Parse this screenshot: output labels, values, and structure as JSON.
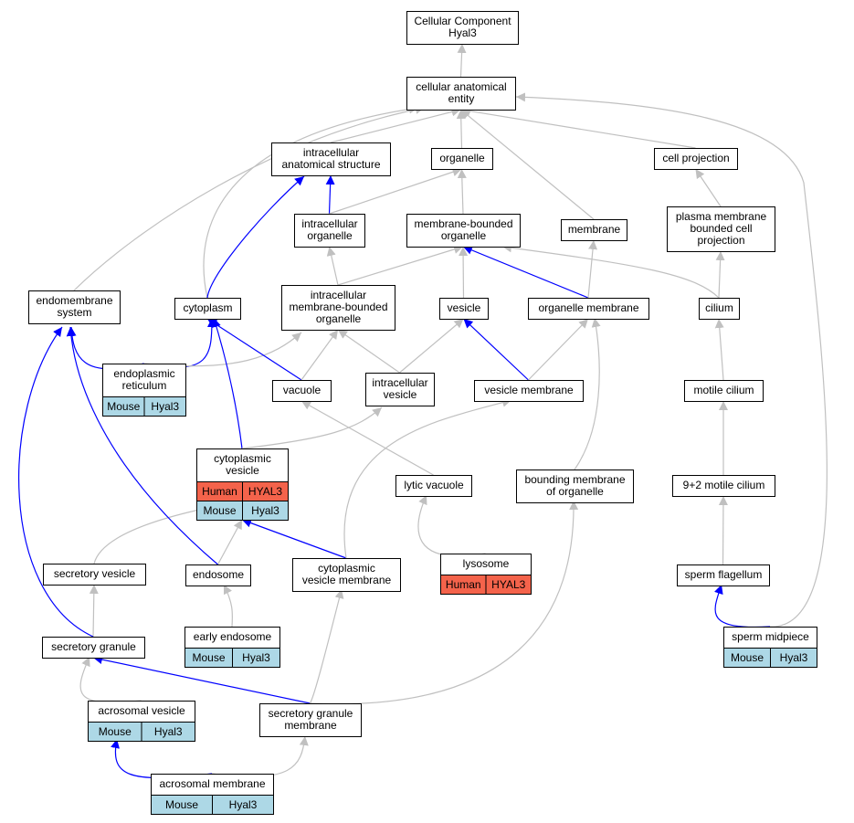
{
  "colors": {
    "edge_is_a": "#c0c0c0",
    "edge_part_of": "#0000ff",
    "mouse_cell": "#add8e6",
    "human_cell": "#f4634b",
    "node_fill": "#ffffff"
  },
  "nodes": [
    {
      "id": "root",
      "lines": [
        "Cellular Component",
        "Hyal3"
      ]
    },
    {
      "id": "cae",
      "lines": [
        "cellular anatomical",
        "entity"
      ]
    },
    {
      "id": "ias",
      "lines": [
        "intracellular",
        "anatomical structure"
      ]
    },
    {
      "id": "organelle",
      "lines": [
        "organelle"
      ]
    },
    {
      "id": "cellproj",
      "lines": [
        "cell projection"
      ]
    },
    {
      "id": "intorg",
      "lines": [
        "intracellular",
        "organelle"
      ]
    },
    {
      "id": "mbo",
      "lines": [
        "membrane-bounded",
        "organelle"
      ]
    },
    {
      "id": "membrane",
      "lines": [
        "membrane"
      ]
    },
    {
      "id": "pmbcp",
      "lines": [
        "plasma membrane",
        "bounded cell",
        "projection"
      ]
    },
    {
      "id": "endosys",
      "lines": [
        "endomembrane",
        "system"
      ]
    },
    {
      "id": "cytoplasm",
      "lines": [
        "cytoplasm"
      ]
    },
    {
      "id": "imbo",
      "lines": [
        "intracellular",
        "membrane-bounded",
        "organelle"
      ]
    },
    {
      "id": "vesicle",
      "lines": [
        "vesicle"
      ]
    },
    {
      "id": "orgmem",
      "lines": [
        "organelle membrane"
      ]
    },
    {
      "id": "cilium",
      "lines": [
        "cilium"
      ]
    },
    {
      "id": "er",
      "lines": [
        "endoplasmic",
        "reticulum"
      ],
      "species": [
        [
          "Mouse",
          "Hyal3"
        ]
      ]
    },
    {
      "id": "vacuole",
      "lines": [
        "vacuole"
      ]
    },
    {
      "id": "intves",
      "lines": [
        "intracellular",
        "vesicle"
      ]
    },
    {
      "id": "vesmem",
      "lines": [
        "vesicle membrane"
      ]
    },
    {
      "id": "motcil",
      "lines": [
        "motile cilium"
      ]
    },
    {
      "id": "cytves",
      "lines": [
        "cytoplasmic",
        "vesicle"
      ],
      "species": [
        [
          "Human",
          "HYAL3"
        ],
        [
          "Mouse",
          "Hyal3"
        ]
      ]
    },
    {
      "id": "lytvac",
      "lines": [
        "lytic vacuole"
      ]
    },
    {
      "id": "bmo",
      "lines": [
        "bounding membrane",
        "of organelle"
      ]
    },
    {
      "id": "nineplus2",
      "lines": [
        "9+2 motile cilium"
      ]
    },
    {
      "id": "secves",
      "lines": [
        "secretory vesicle"
      ]
    },
    {
      "id": "endosome",
      "lines": [
        "endosome"
      ]
    },
    {
      "id": "cvm",
      "lines": [
        "cytoplasmic",
        "vesicle membrane"
      ]
    },
    {
      "id": "lysosome",
      "lines": [
        "lysosome"
      ],
      "species": [
        [
          "Human",
          "HYAL3"
        ]
      ]
    },
    {
      "id": "spermflag",
      "lines": [
        "sperm flagellum"
      ]
    },
    {
      "id": "earlyendo",
      "lines": [
        "early endosome"
      ],
      "species": [
        [
          "Mouse",
          "Hyal3"
        ]
      ]
    },
    {
      "id": "secgran",
      "lines": [
        "secretory granule"
      ]
    },
    {
      "id": "spermmid",
      "lines": [
        "sperm midpiece"
      ],
      "species": [
        [
          "Mouse",
          "Hyal3"
        ]
      ]
    },
    {
      "id": "acrves",
      "lines": [
        "acrosomal vesicle"
      ],
      "species": [
        [
          "Mouse",
          "Hyal3"
        ]
      ]
    },
    {
      "id": "sgm",
      "lines": [
        "secretory granule",
        "membrane"
      ]
    },
    {
      "id": "acrmem",
      "lines": [
        "acrosomal membrane"
      ],
      "species": [
        [
          "Mouse",
          "Hyal3"
        ]
      ]
    }
  ],
  "edges": [
    {
      "from": "cae",
      "to": "root",
      "type": "is_a"
    },
    {
      "from": "ias",
      "to": "cae",
      "type": "is_a"
    },
    {
      "from": "organelle",
      "to": "cae",
      "type": "is_a"
    },
    {
      "from": "cellproj",
      "to": "cae",
      "type": "is_a"
    },
    {
      "from": "membrane",
      "to": "cae",
      "type": "is_a"
    },
    {
      "from": "endosys",
      "to": "cae",
      "type": "is_a"
    },
    {
      "from": "cytoplasm",
      "to": "cae",
      "type": "is_a"
    },
    {
      "from": "spermmid",
      "to": "cae",
      "type": "is_a"
    },
    {
      "from": "intorg",
      "to": "ias",
      "type": "part_of"
    },
    {
      "from": "intorg",
      "to": "organelle",
      "type": "is_a"
    },
    {
      "from": "mbo",
      "to": "organelle",
      "type": "is_a"
    },
    {
      "from": "pmbcp",
      "to": "cellproj",
      "type": "is_a"
    },
    {
      "from": "cytoplasm",
      "to": "ias",
      "type": "part_of"
    },
    {
      "from": "imbo",
      "to": "intorg",
      "type": "is_a"
    },
    {
      "from": "imbo",
      "to": "mbo",
      "type": "is_a"
    },
    {
      "from": "vesicle",
      "to": "mbo",
      "type": "is_a"
    },
    {
      "from": "orgmem",
      "to": "mbo",
      "type": "part_of"
    },
    {
      "from": "orgmem",
      "to": "membrane",
      "type": "is_a"
    },
    {
      "from": "cilium",
      "to": "mbo",
      "type": "is_a"
    },
    {
      "from": "cilium",
      "to": "pmbcp",
      "type": "is_a"
    },
    {
      "from": "er",
      "to": "endosys",
      "type": "part_of"
    },
    {
      "from": "er",
      "to": "cytoplasm",
      "type": "part_of"
    },
    {
      "from": "er",
      "to": "imbo",
      "type": "is_a"
    },
    {
      "from": "vacuole",
      "to": "cytoplasm",
      "type": "part_of"
    },
    {
      "from": "vacuole",
      "to": "imbo",
      "type": "is_a"
    },
    {
      "from": "intves",
      "to": "imbo",
      "type": "is_a"
    },
    {
      "from": "intves",
      "to": "vesicle",
      "type": "is_a"
    },
    {
      "from": "vesmem",
      "to": "vesicle",
      "type": "part_of"
    },
    {
      "from": "vesmem",
      "to": "orgmem",
      "type": "is_a"
    },
    {
      "from": "motcil",
      "to": "cilium",
      "type": "is_a"
    },
    {
      "from": "cytves",
      "to": "cytoplasm",
      "type": "part_of"
    },
    {
      "from": "cytves",
      "to": "intves",
      "type": "is_a"
    },
    {
      "from": "lytvac",
      "to": "vacuole",
      "type": "is_a"
    },
    {
      "from": "bmo",
      "to": "orgmem",
      "type": "is_a"
    },
    {
      "from": "nineplus2",
      "to": "motcil",
      "type": "is_a"
    },
    {
      "from": "secves",
      "to": "cytves",
      "type": "is_a"
    },
    {
      "from": "endosome",
      "to": "cytves",
      "type": "is_a"
    },
    {
      "from": "endosome",
      "to": "endosys",
      "type": "part_of"
    },
    {
      "from": "cvm",
      "to": "cytves",
      "type": "part_of"
    },
    {
      "from": "cvm",
      "to": "vesmem",
      "type": "is_a"
    },
    {
      "from": "lysosome",
      "to": "lytvac",
      "type": "is_a"
    },
    {
      "from": "spermflag",
      "to": "nineplus2",
      "type": "is_a"
    },
    {
      "from": "earlyendo",
      "to": "endosome",
      "type": "is_a"
    },
    {
      "from": "secgran",
      "to": "secves",
      "type": "is_a"
    },
    {
      "from": "secgran",
      "to": "endosys",
      "type": "part_of"
    },
    {
      "from": "spermmid",
      "to": "spermflag",
      "type": "part_of"
    },
    {
      "from": "acrves",
      "to": "secgran",
      "type": "is_a"
    },
    {
      "from": "sgm",
      "to": "secgran",
      "type": "part_of"
    },
    {
      "from": "sgm",
      "to": "cvm",
      "type": "is_a"
    },
    {
      "from": "sgm",
      "to": "bmo",
      "type": "is_a"
    },
    {
      "from": "acrmem",
      "to": "acrves",
      "type": "part_of"
    },
    {
      "from": "acrmem",
      "to": "sgm",
      "type": "is_a"
    }
  ]
}
